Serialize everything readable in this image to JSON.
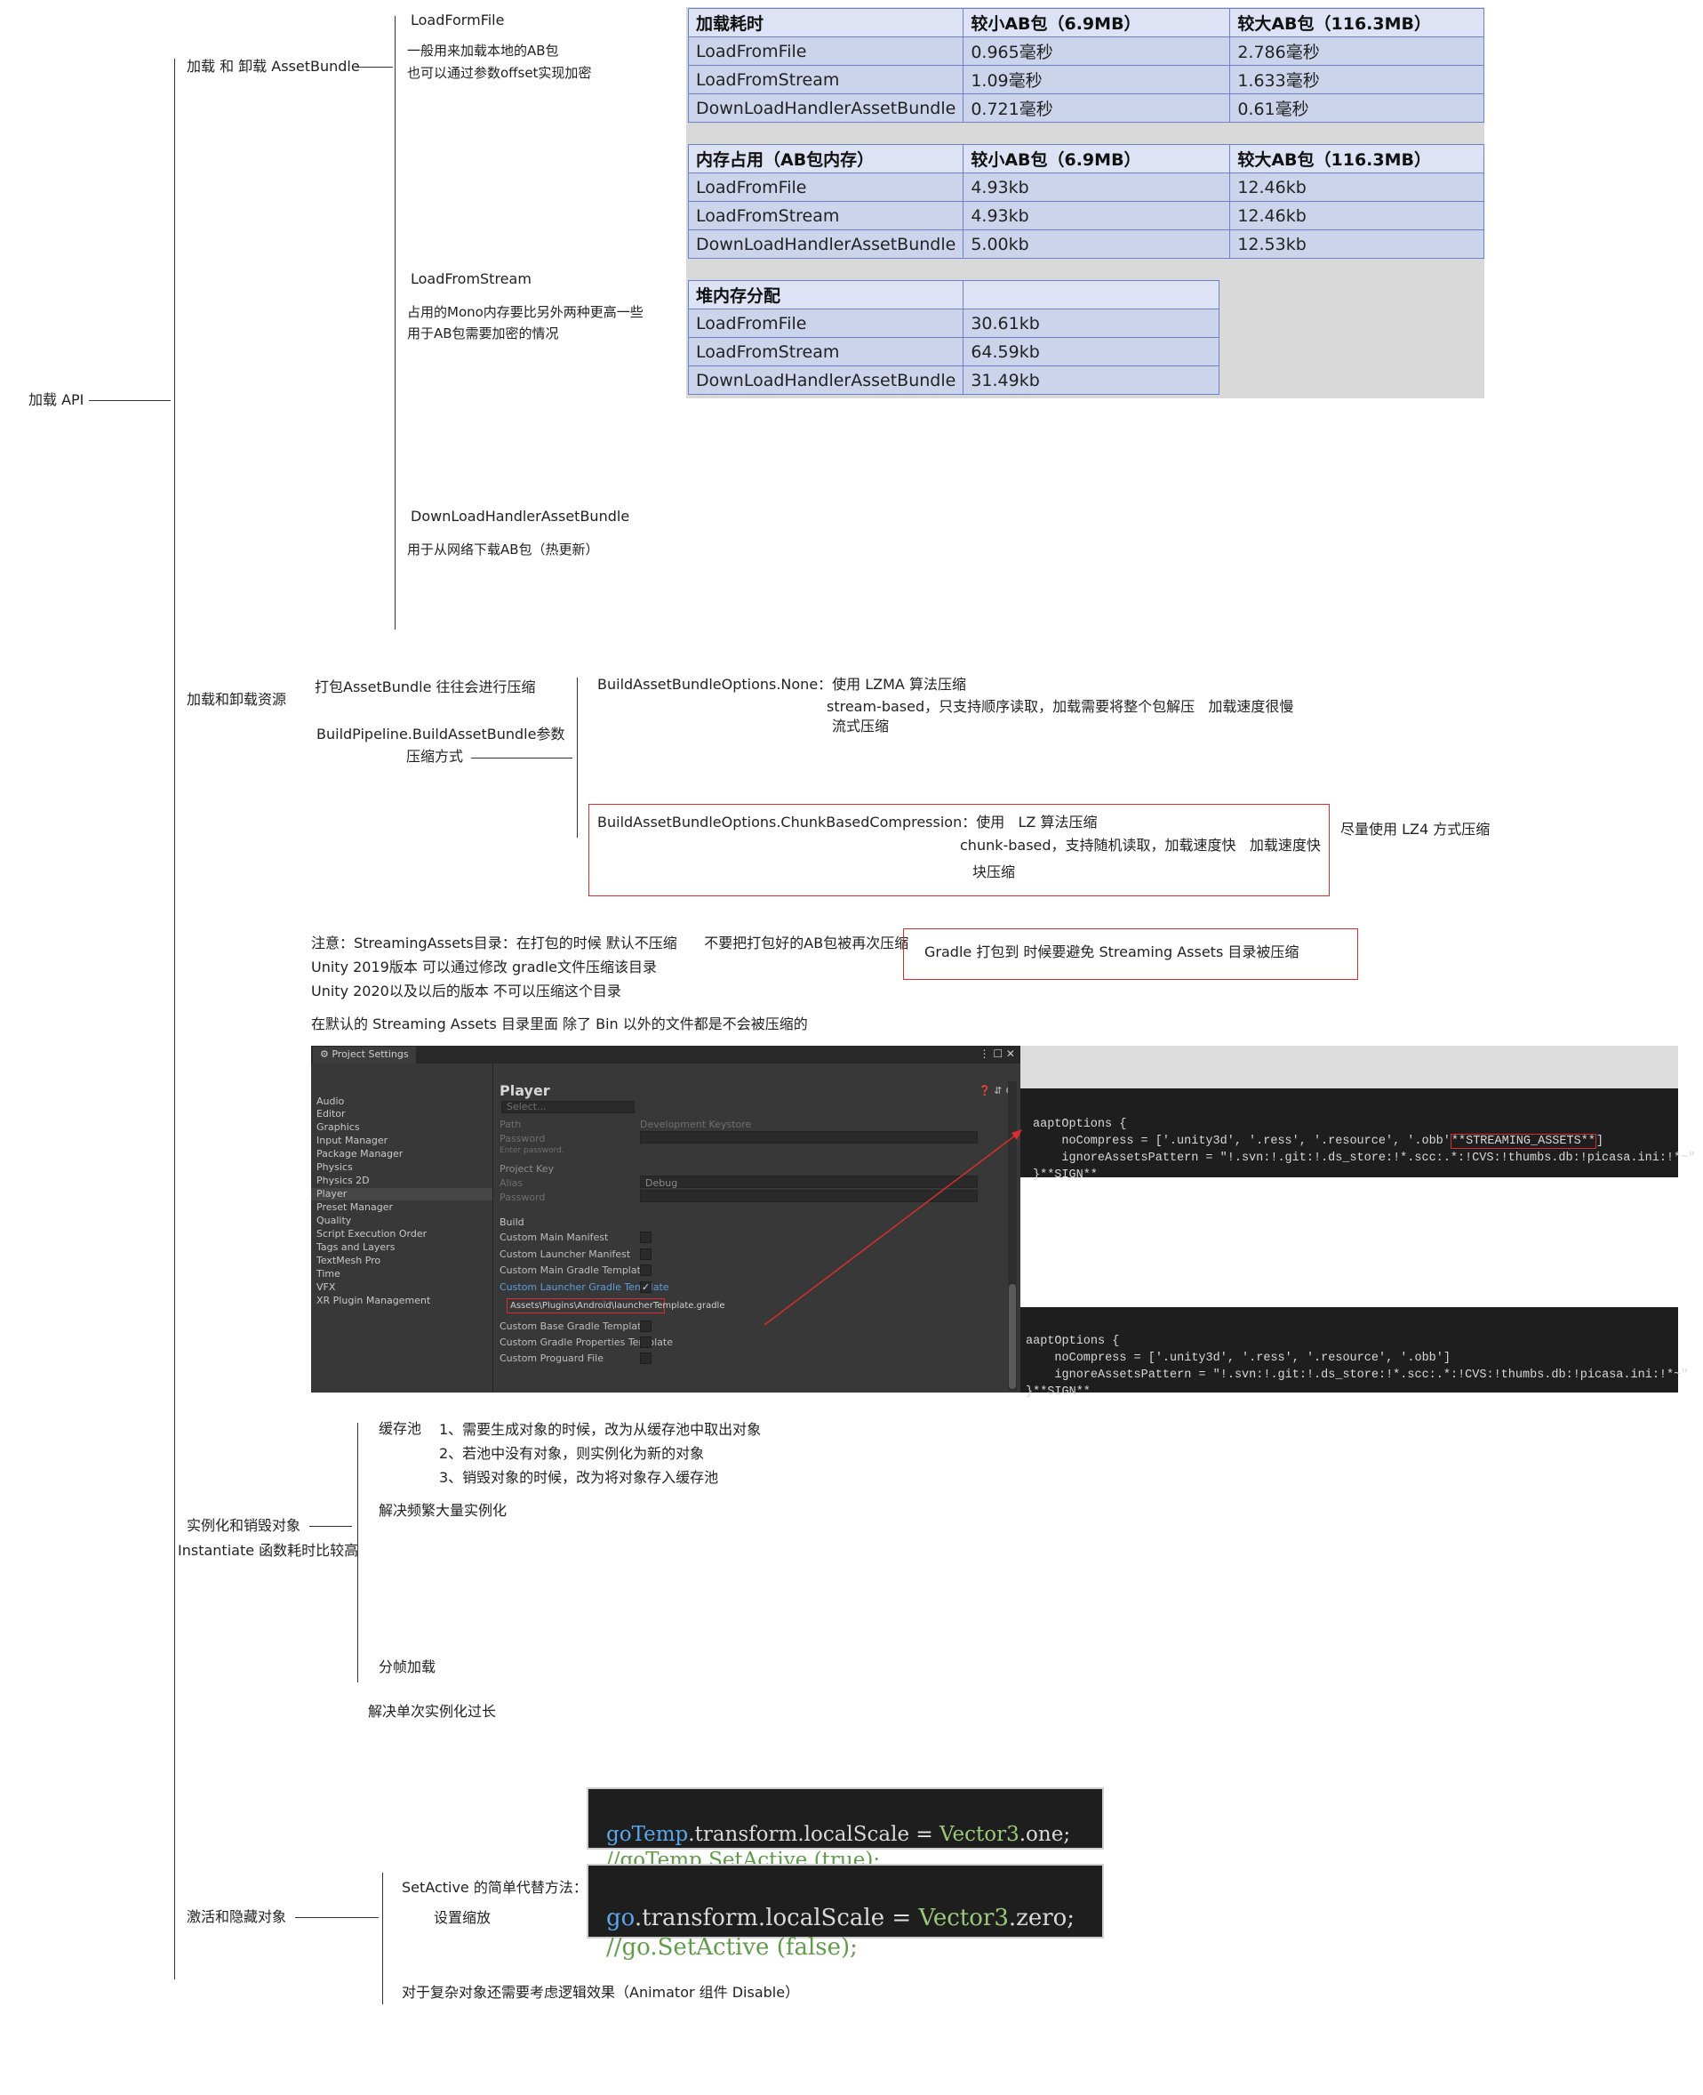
{
  "root": {
    "label": "加载 API"
  },
  "sections": {
    "load_unload_ab": {
      "label": "加载 和 卸载 AssetBundle"
    },
    "load_unload_res": {
      "label": "加载和卸载资源"
    },
    "instantiate": {
      "label1": "实例化和销毁对象",
      "label2": "Instantiate 函数耗时比较高"
    },
    "activate": {
      "label": "激活和隐藏对象"
    }
  },
  "api": {
    "loadfromfile": {
      "title": "LoadFormFile",
      "desc1": "一般用来加载本地的AB包",
      "desc2": "也可以通过参数offset实现加密"
    },
    "loadfromstream": {
      "title": "LoadFromStream",
      "desc1": "占用的Mono内存要比另外两种更高一些",
      "desc2": "用于AB包需要加密的情况"
    },
    "download": {
      "title": "DownLoadHandlerAssetBundle",
      "desc": "用于从网络下载AB包（热更新）"
    }
  },
  "tables": {
    "time": {
      "headers": [
        "加载耗时",
        "较小AB包（6.9MB）",
        "较大AB包（116.3MB）"
      ],
      "rows": [
        [
          "LoadFromFile",
          "0.965毫秒",
          "2.786毫秒"
        ],
        [
          "LoadFromStream",
          "1.09毫秒",
          "1.633毫秒"
        ],
        [
          "DownLoadHandlerAssetBundle",
          "0.721毫秒",
          "0.61毫秒"
        ]
      ]
    },
    "memory": {
      "headers": [
        "内存占用（AB包内存）",
        "较小AB包（6.9MB）",
        "较大AB包（116.3MB）"
      ],
      "rows": [
        [
          "LoadFromFile",
          "4.93kb",
          "12.46kb"
        ],
        [
          "LoadFromStream",
          "4.93kb",
          "12.46kb"
        ],
        [
          "DownLoadHandlerAssetBundle",
          "5.00kb",
          "12.53kb"
        ]
      ]
    },
    "heap": {
      "headers": [
        "堆内存分配",
        ""
      ],
      "rows": [
        [
          "LoadFromFile",
          "30.61kb"
        ],
        [
          "LoadFromStream",
          "64.59kb"
        ],
        [
          "DownLoadHandlerAssetBundle",
          "31.49kb"
        ]
      ]
    }
  },
  "compress": {
    "pack_note": "打包AssetBundle 往往会进行压缩",
    "param1": "BuildPipeline.BuildAssetBundle参数",
    "param2": "压缩方式",
    "none_title": "BuildAssetBundleOptions.None：使用 LZMA 算法压缩",
    "none_desc1": "stream-based，只支持顺序读取，加载需要将整个包解压   加载速度很慢",
    "none_desc2": "流式压缩",
    "chunk_title": "BuildAssetBundleOptions.ChunkBasedCompression：使用   LZ 算法压缩",
    "chunk_desc1": "chunk-based，支持随机读取，加载速度快   加载速度快",
    "chunk_desc2": "块压缩",
    "lz4_note": "尽量使用 LZ4 方式压缩"
  },
  "streaming": {
    "note1": "注意：StreamingAssets目录：在打包的时候 默认不压缩      不要把打包好的AB包被再次压缩",
    "note2": "Unity 2019版本 可以通过修改 gradle文件压缩该目录",
    "note3": "Unity 2020以及以后的版本 不可以压缩这个目录",
    "gradle_note": "Gradle 打包到 时候要避免 Streaming Assets 目录被压缩",
    "default_note": "在默认的 Streaming Assets 目录里面 除了 Bin 以外的文件都是不会被压缩的"
  },
  "unity_window": {
    "tab": "⚙ Project Settings",
    "menu": [
      "Audio",
      "Editor",
      "Graphics",
      "Input Manager",
      "Package Manager",
      "Physics",
      "Physics 2D",
      "Player",
      "Preset Manager",
      "Quality",
      "Script Execution Order",
      "Tags and Layers",
      "TextMesh Pro",
      "Time",
      "VFX",
      "XR Plugin Management"
    ],
    "selected": "Player",
    "panel_title": "Player",
    "select_placeholder": "Select...",
    "path_label": "Path",
    "path_value": "Development Keystore",
    "password_label": "Password",
    "enter_password": "Enter password.",
    "project_key": "Project Key",
    "alias_label": "Alias",
    "alias_value": "Debug",
    "password2_label": "Password",
    "build_label": "Build",
    "build_items": [
      "Custom Main Manifest",
      "Custom Launcher Manifest",
      "Custom Main Gradle Template",
      "Custom Launcher Gradle Template"
    ],
    "template_path": "Assets\\Plugins\\Android\\launcherTemplate.gradle",
    "build_items2": [
      "Custom Base Gradle Template",
      "Custom Gradle Properties Template",
      "Custom Proguard File"
    ]
  },
  "gradle_code": {
    "a1": "aaptOptions {",
    "a2a": "    noCompress = ['.unity3d', '.ress', '.resource', '.obb'",
    "a2b": "**STREAMING_ASSETS**",
    "a2c": "]",
    "a3": "    ignoreAssetsPattern = \"!.svn:!.git:!.ds_store:!*.scc:.*:!CVS:!thumbs.db:!picasa.ini:!*~\"",
    "a4": "}**SIGN**",
    "b1": "aaptOptions {",
    "b2": "    noCompress = ['.unity3d', '.ress', '.resource', '.obb']",
    "b3": "    ignoreAssetsPattern = \"!.svn:!.git:!.ds_store:!*.scc:.*:!CVS:!thumbs.db:!picasa.ini:!*~\"",
    "b4": "}**SIGN**"
  },
  "pool": {
    "title": "缓存池",
    "s1": "1、需要生成对象的时候，改为从缓存池中取出对象",
    "s2": "2、若池中没有对象，则实例化为新的对象",
    "s3": "3、销毁对象的时候，改为将对象存入缓存池",
    "solve": "解决频繁大量实例化",
    "frame": "分帧加载",
    "frame_solve": "解决单次实例化过长"
  },
  "setactive": {
    "title": "SetActive 的简单代替方法：",
    "sub": "设置缩放",
    "complex": "对于复杂对象还需要考虑逻辑效果（Animator 组件 Disable）",
    "code1_var": "goTemp",
    "code1_rest": ".transform.localScale",
    "code1_eq": " = ",
    "code1_type": "Vector3",
    "code1_tail": ".one;",
    "code1_cmt": "//goTemp.SetActive (true);",
    "code2_var": "go",
    "code2_rest": ".transform.localScale",
    "code2_eq": " = ",
    "code2_type": "Vector3",
    "code2_tail": ".zero;",
    "code2_cmt": "//go.SetActive (false);"
  }
}
